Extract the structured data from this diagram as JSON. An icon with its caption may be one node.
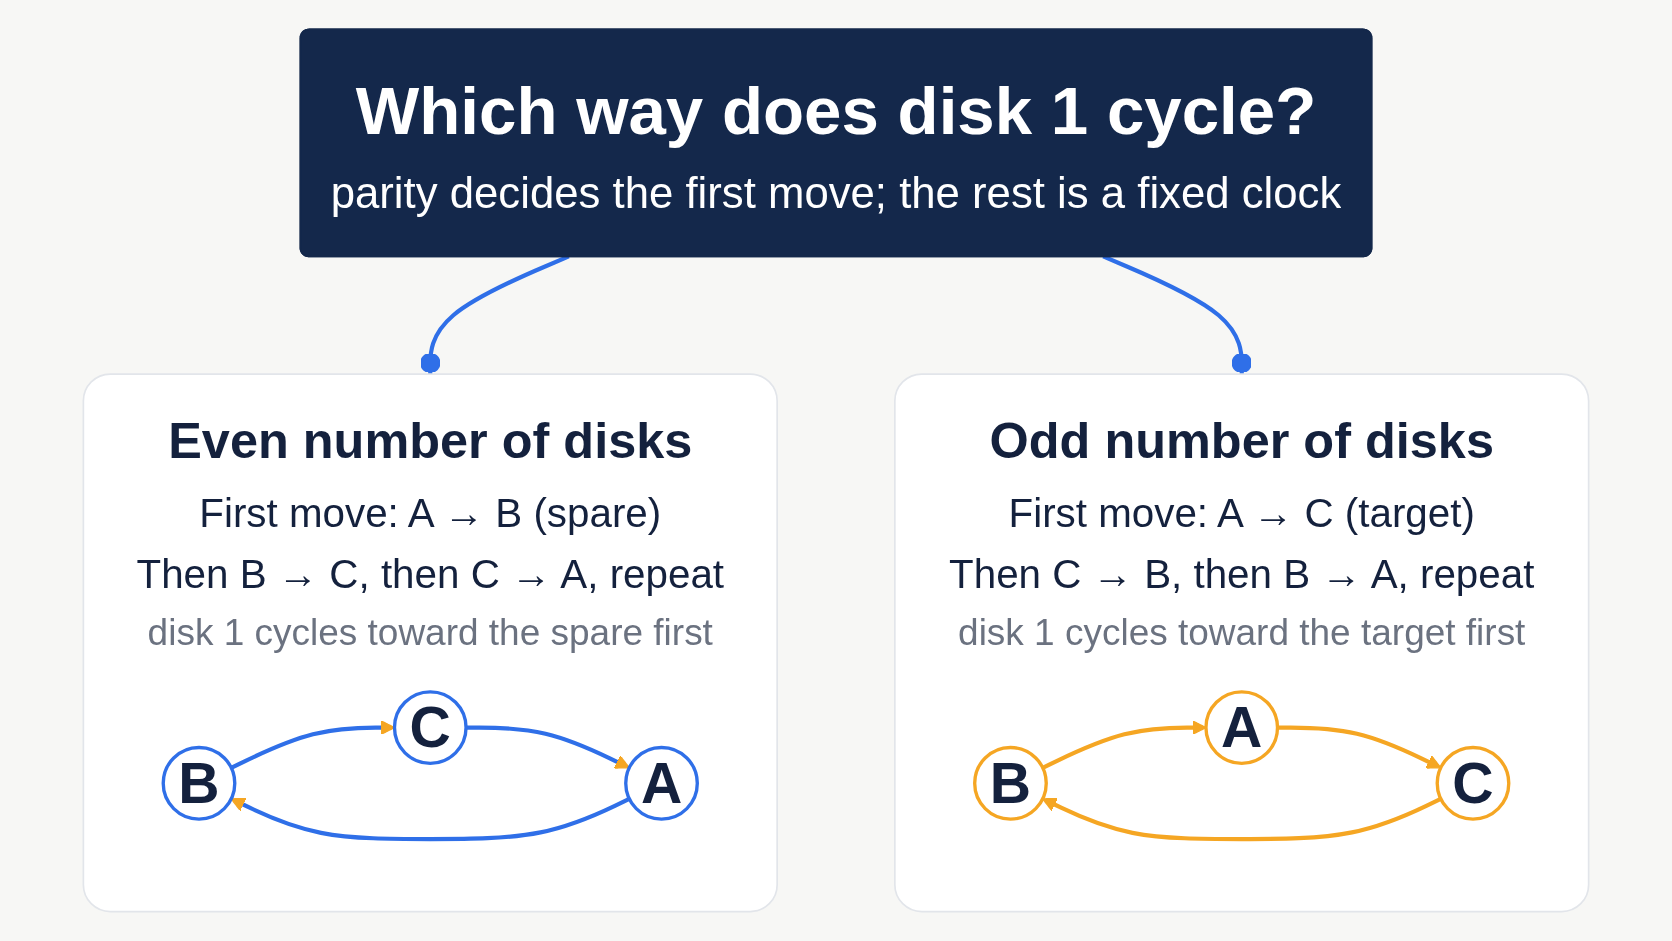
{
  "diagram": {
    "nodes": [
      {
        "text": [
          "Which way does disk 1 cycle?",
          "parity decides the first move; the rest is a fixed clock"
        ]
      },
      {
        "text": [
          "Even number of disks",
          "First move: A → B (spare)",
          "Then B → C, then C → A, repeat",
          "disk 1 cycles toward the spare first"
        ]
      },
      {
        "text": [
          "B"
        ],
        "in": 1
      },
      {
        "text": [
          "A"
        ],
        "in": 1
      },
      {
        "text": [
          "C"
        ],
        "in": 1
      },
      {
        "text": [
          "Odd number of disks",
          "First move: A → C (target)",
          "Then C → B, then B → A, repeat",
          "disk 1 cycles toward the target first"
        ]
      },
      {
        "text": [
          "B"
        ],
        "in": 5
      },
      {
        "text": [
          "A"
        ],
        "in": 5
      },
      {
        "text": [
          "C"
        ],
        "in": 5
      }
    ],
    "edges": [
      {
        "from": 0,
        "to": 1,
        "arrow": "other"
      },
      {
        "from": 0,
        "to": 5,
        "arrow": "other"
      },
      {
        "from": 3,
        "to": 2,
        "arrow": "to"
      },
      {
        "from": 2,
        "to": 4,
        "arrow": "to"
      },
      {
        "from": 4,
        "to": 3,
        "arrow": "to"
      },
      {
        "from": 6,
        "to": 7,
        "arrow": "to",
        "color": "#f5a623"
      },
      {
        "from": 7,
        "to": 8,
        "arrow": "to",
        "color": "#f5a623"
      },
      {
        "from": 8,
        "to": 6,
        "arrow": "to",
        "color": "#f5a623"
      }
    ]
  }
}
